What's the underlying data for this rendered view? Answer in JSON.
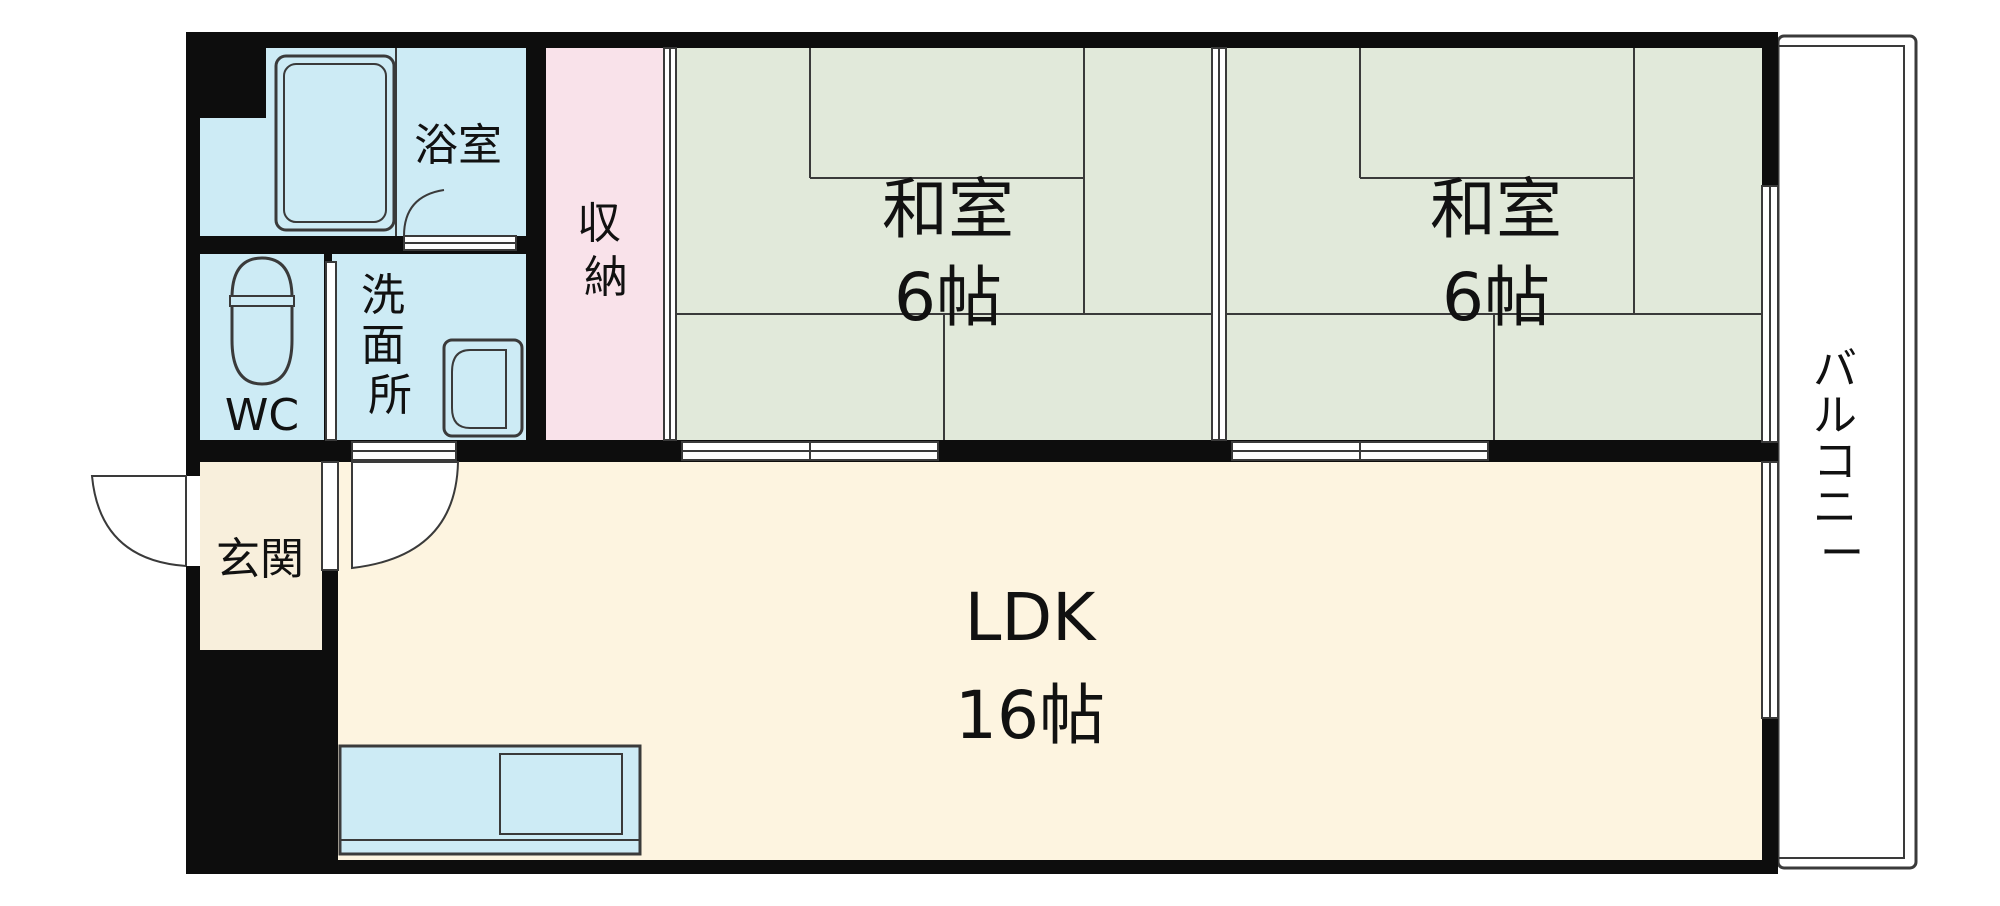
{
  "colors": {
    "wall": "#0d0d0d",
    "wet": "#cdebf5",
    "tatami": "#e1e9da",
    "storage": "#f9e2ea",
    "ldk": "#fdf4e0",
    "entrance": "#f8efdc",
    "balcony": "#ffffff",
    "line": "#3a3a3a"
  },
  "rooms": {
    "bath": {
      "label": "浴室"
    },
    "wc": {
      "label": "WC"
    },
    "washroom": {
      "label_lines": [
        "洗",
        "面",
        "所"
      ]
    },
    "storage": {
      "label_lines": [
        "収",
        "納"
      ]
    },
    "washitsu_1": {
      "name": "和室",
      "size": "6帖"
    },
    "washitsu_2": {
      "name": "和室",
      "size": "6帖"
    },
    "ldk": {
      "name": "LDK",
      "size": "16帖"
    },
    "entrance": {
      "label": "玄関"
    },
    "balcony": {
      "label_lines": [
        "バ",
        "ル",
        "コ",
        "ニ",
        "ー"
      ]
    }
  }
}
